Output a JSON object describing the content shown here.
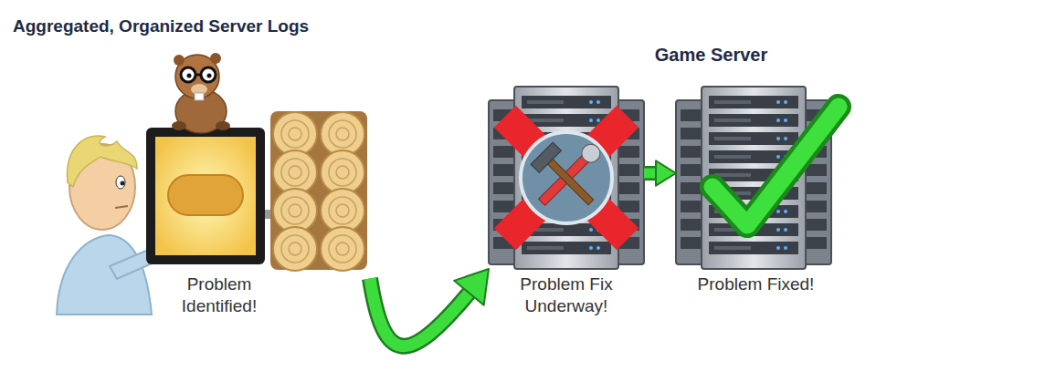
{
  "diagram": {
    "title": "Aggregated, Organized Server Logs",
    "nodes": [
      {
        "text": [
          "Problem Identified!"
        ]
      },
      {
        "text": [
          "Game Server"
        ]
      },
      {
        "text": [
          "Problem Fix Underway!"
        ],
        "in": 1
      },
      {
        "text": [
          "Problem Fixed!"
        ],
        "in": 1
      }
    ],
    "edges": [
      {
        "from": 0,
        "to": 2,
        "arrow": "to"
      },
      {
        "from": 2,
        "to": 3,
        "arrow": "to"
      }
    ]
  }
}
